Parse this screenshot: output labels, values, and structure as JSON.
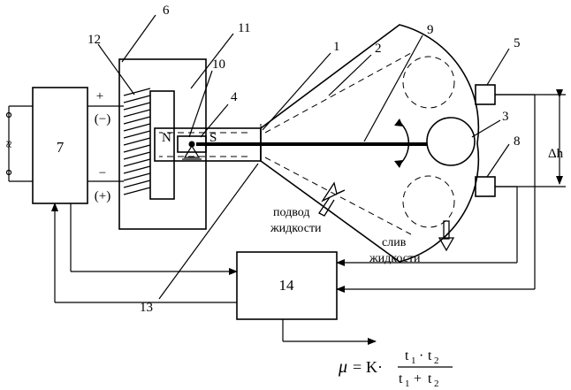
{
  "labels": {
    "n1": "1",
    "n2": "2",
    "n3": "3",
    "n4": "4",
    "n5": "5",
    "n6": "6",
    "n8": "8",
    "n9": "9",
    "n10": "10",
    "n11": "11",
    "n12": "12",
    "n13": "13"
  },
  "blocks": {
    "b7": "7",
    "b14": "14"
  },
  "terminals": {
    "plus": "+",
    "minus_paren": "(−)",
    "minus": "−",
    "plus_paren": "(+)"
  },
  "poles": {
    "n": "N",
    "s": "S"
  },
  "supply": {
    "symbol": "≈"
  },
  "level": {
    "delta_h": "Δh"
  },
  "inlet": {
    "line1": "подвод",
    "line2": "жидкости"
  },
  "outlet": {
    "line1": "слив",
    "line2": "жидкости"
  },
  "formula": {
    "lhs": "μ",
    "eq": "=",
    "k": "K·",
    "num_t1": "t",
    "num_sub1": "1",
    "num_dot": "·",
    "num_t2": "t",
    "num_sub2": "2",
    "den_t1": "t",
    "den_sub1": "1",
    "den_plus": "+",
    "den_t2": "t",
    "den_sub2": "2"
  }
}
